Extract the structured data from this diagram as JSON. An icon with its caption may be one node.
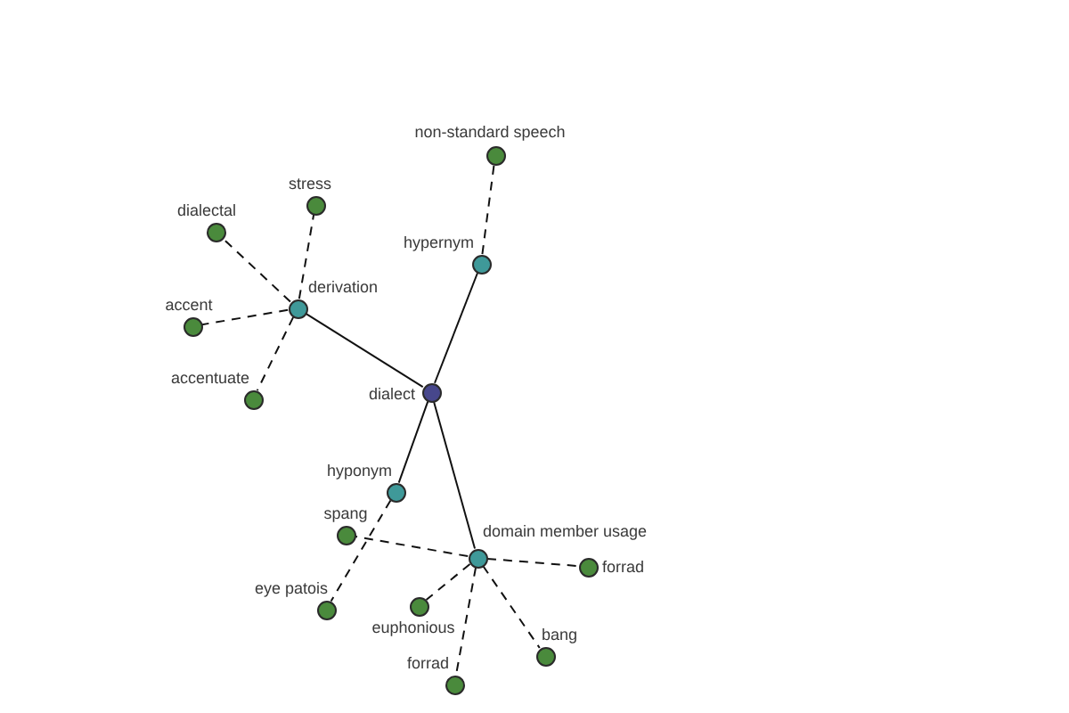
{
  "diagram": {
    "nodes": [
      {
        "text": [
          "non-standard speech"
        ]
      },
      {
        "text": [
          "stress"
        ]
      },
      {
        "text": [
          "dialectal"
        ]
      },
      {
        "text": [
          "hypernym"
        ]
      },
      {
        "text": [
          "derivation"
        ]
      },
      {
        "text": [
          "accent"
        ]
      },
      {
        "text": [
          "dialect"
        ]
      },
      {
        "text": [
          "accentuate"
        ]
      },
      {
        "text": [
          "hyponym"
        ]
      },
      {
        "text": [
          "spang"
        ]
      },
      {
        "text": [
          "domain member usage"
        ]
      },
      {
        "text": [
          "forrad"
        ]
      },
      {
        "text": [
          "eye patois"
        ]
      },
      {
        "text": [
          "euphonious"
        ]
      },
      {
        "text": [
          "bang"
        ]
      },
      {
        "text": [
          "forrad"
        ]
      }
    ],
    "edges": [
      {
        "from": 6,
        "to": 3,
        "arrow": "none"
      },
      {
        "from": 3,
        "to": 0,
        "arrow": "none",
        "style": "dashed"
      },
      {
        "from": 6,
        "to": 4,
        "arrow": "none"
      },
      {
        "from": 4,
        "to": 1,
        "arrow": "none",
        "style": "dashed"
      },
      {
        "from": 4,
        "to": 2,
        "arrow": "none",
        "style": "dashed"
      },
      {
        "from": 4,
        "to": 5,
        "arrow": "none",
        "style": "dashed"
      },
      {
        "from": 4,
        "to": 7,
        "arrow": "none",
        "style": "dashed"
      },
      {
        "from": 6,
        "to": 8,
        "arrow": "none"
      },
      {
        "from": 8,
        "to": 12,
        "arrow": "none",
        "style": "dashed"
      },
      {
        "from": 6,
        "to": 10,
        "arrow": "none"
      },
      {
        "from": 10,
        "to": 9,
        "arrow": "none",
        "style": "dashed"
      },
      {
        "from": 10,
        "to": 11,
        "arrow": "none",
        "style": "dashed"
      },
      {
        "from": 10,
        "to": 13,
        "arrow": "none",
        "style": "dashed"
      },
      {
        "from": 10,
        "to": 14,
        "arrow": "none",
        "style": "dashed"
      },
      {
        "from": 10,
        "to": 15,
        "arrow": "none",
        "style": "dashed"
      }
    ]
  }
}
